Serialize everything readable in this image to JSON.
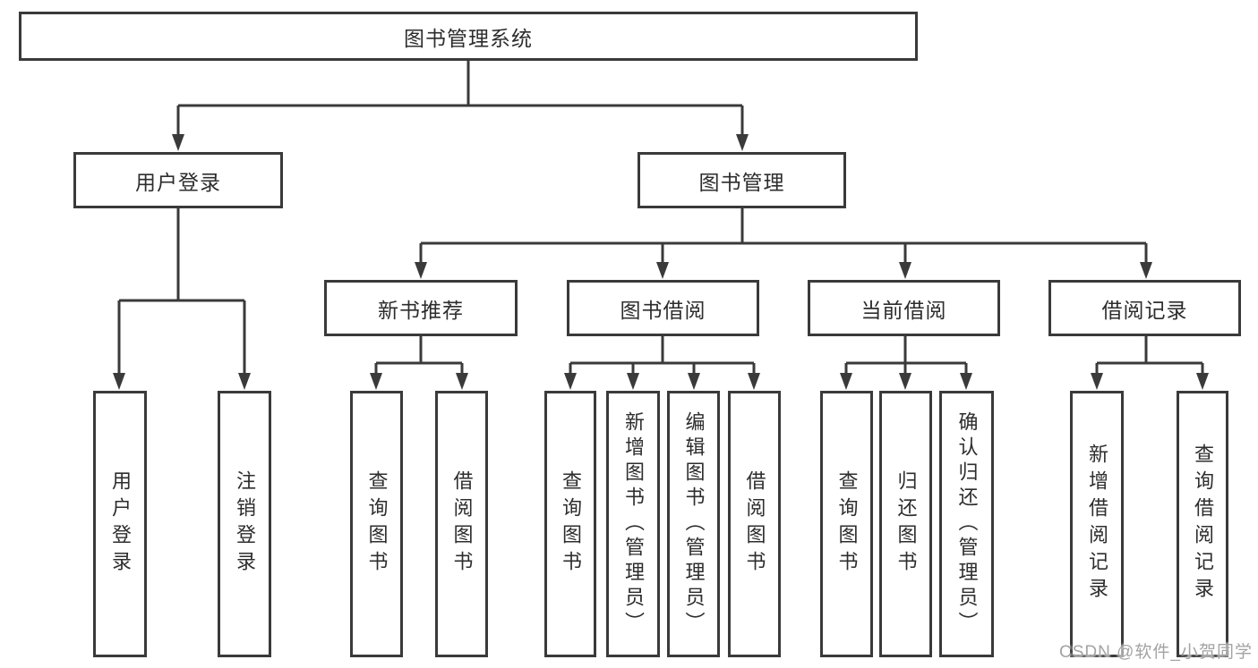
{
  "colors": {
    "line": "#3a3a3a",
    "text": "#2d2d2d",
    "watermark": "#a3a3a3",
    "bg": "#ffffff"
  },
  "diagram": {
    "root": {
      "label": "图书管理系统"
    },
    "level2": [
      {
        "label": "用户登录"
      },
      {
        "label": "图书管理"
      }
    ],
    "level3": [
      {
        "label": "新书推荐"
      },
      {
        "label": "图书借阅"
      },
      {
        "label": "当前借阅"
      },
      {
        "label": "借阅记录"
      }
    ],
    "leaves": {
      "user_login": [
        "用户登录",
        "注销登录"
      ],
      "new_book_recommend": [
        "查询图书",
        "借阅图书"
      ],
      "book_borrow": [
        "查询图书",
        "新增图书（管理员）",
        "编辑图书（管理员）",
        "借阅图书"
      ],
      "current_borrow": [
        "查询图书",
        "归还图书",
        "确认归还（管理员）"
      ],
      "borrow_record": [
        "新增借阅记录",
        "查询借阅记录"
      ]
    }
  },
  "watermark": {
    "text": "CSDN @软件_小贺同学"
  }
}
